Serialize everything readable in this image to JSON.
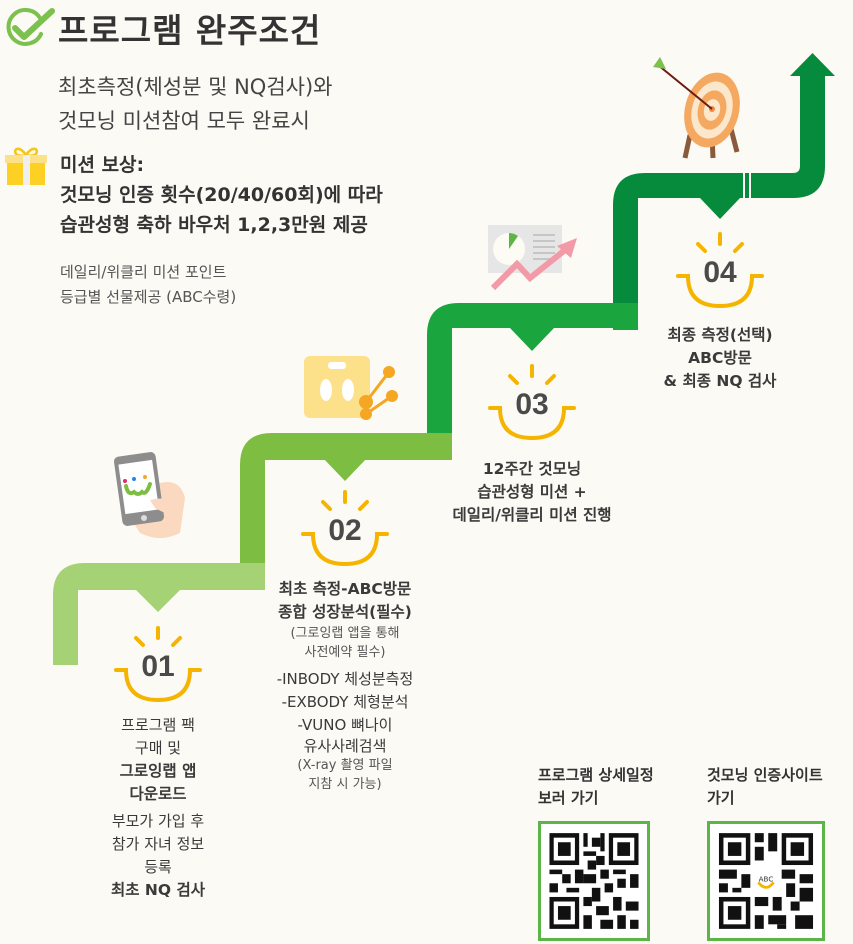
{
  "header": {
    "title": "프로그램 완주조건",
    "subtitle_lines": [
      "최초측정(체성분 및 NQ검사)와",
      "것모닝 미션참여 모두 완료시"
    ]
  },
  "reward": {
    "head_lines": [
      "미션 보상:",
      "것모닝 인증 횟수(20/40/60회)에 따라",
      "습관성형 축하 바우처 1,2,3만원 제공"
    ],
    "sub_lines": [
      "데일리/위클리 미션 포인트",
      "등급별 선물제공 (ABC수령)"
    ]
  },
  "colors": {
    "step1": "#a6d276",
    "step2": "#7cbd42",
    "step3": "#1ba53f",
    "step4": "#068a3b",
    "badge": "#f5b400",
    "qr_border": "#5cb546",
    "background": "#fcfaf4"
  },
  "steps": [
    {
      "number": "01",
      "lines": [
        {
          "t": "프로그램 팩",
          "s": "n"
        },
        {
          "t": "구매 및",
          "s": "n"
        },
        {
          "t": "그로잉랩 앱",
          "s": "b"
        },
        {
          "t": "다운로드",
          "s": "b"
        },
        {
          "t": "부모가 가입 후",
          "s": "n"
        },
        {
          "t": "참가 자녀 정보",
          "s": "n"
        },
        {
          "t": "등록",
          "s": "n"
        },
        {
          "t": "최초 NQ 검사",
          "s": "b"
        }
      ]
    },
    {
      "number": "02",
      "lines": [
        {
          "t": "최초 측정-ABC방문",
          "s": "b"
        },
        {
          "t": "종합 성장분석(필수)",
          "s": "b"
        },
        {
          "t": "(그로잉랩 앱을 통해",
          "s": "s"
        },
        {
          "t": "사전예약 필수)",
          "s": "s"
        },
        {
          "t": "-INBODY 체성분측정",
          "s": "n"
        },
        {
          "t": "-EXBODY 체형분석",
          "s": "n"
        },
        {
          "t": "-VUNO 뼈나이",
          "s": "n"
        },
        {
          "t": "유사사례검색",
          "s": "n"
        },
        {
          "t": "(X-ray 촬영 파일",
          "s": "s"
        },
        {
          "t": "지참 시 가능)",
          "s": "s"
        }
      ]
    },
    {
      "number": "03",
      "lines": [
        {
          "t": "12주간 것모닝",
          "s": "b"
        },
        {
          "t": "습관성형 미션 +",
          "s": "b"
        },
        {
          "t": "데일리/위클리 미션 진행",
          "s": "b"
        }
      ]
    },
    {
      "number": "04",
      "lines": [
        {
          "t": "최종 측정(선택)",
          "s": "b"
        },
        {
          "t": "ABC방문",
          "s": "b"
        },
        {
          "t": "& 최종 NQ 검사",
          "s": "b"
        }
      ]
    }
  ],
  "qr": [
    {
      "label_lines": [
        "프로그램 상세일정",
        "보러 가기"
      ]
    },
    {
      "label_lines": [
        "것모닝 인증사이트",
        "가기"
      ]
    }
  ],
  "icons": [
    "check-circle-icon",
    "gift-icon",
    "phone-app-icon",
    "scale-icon",
    "chart-report-icon",
    "target-arrow-icon",
    "arrow-up-icon"
  ]
}
